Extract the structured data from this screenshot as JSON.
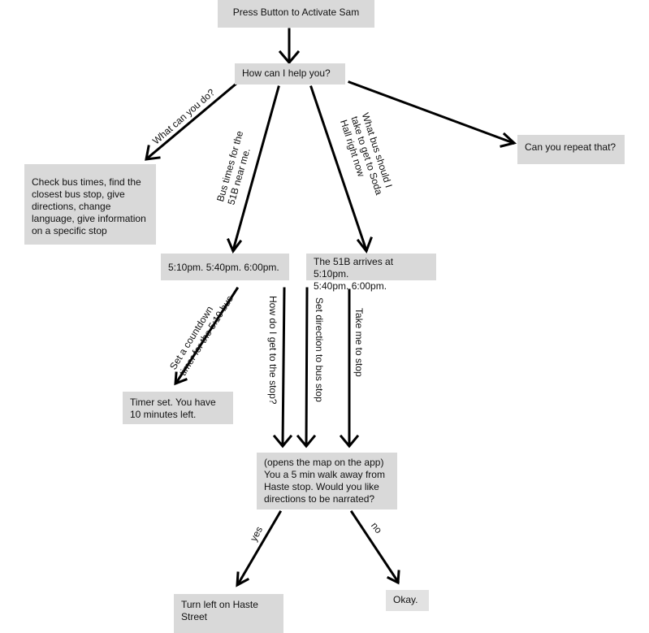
{
  "nodes": {
    "start": "Press Button to Activate Sam",
    "help": "How can I help you?",
    "capabilities": "Check bus times, find the\nclosest bus stop, give\ndirections, change\nlanguage, give information\non a specific stop",
    "times": "5:10pm. 5:40pm. 6:00pm.",
    "arrival": "The 51B arrives at 5:10pm.\n5:40pm. 6:00pm.",
    "repeat": "Can you repeat that?",
    "timer": "Timer set. You have\n10 minutes left.",
    "map": "(opens the map on the app)\nYou a 5 min walk away from\nHaste stop.  Would you like\ndirections to be narrated?",
    "turn": "Turn left on Haste\nStreet",
    "okay": "Okay."
  },
  "edges": {
    "what_can_you_do": "What can you do?",
    "bus_times": "Bus times for the\n51B near me.",
    "soda_hall": "What bus should I\ntake to get to Soda\nHall right now",
    "countdown": "Set a countdown\ntimer for the 5:10 bus",
    "get_to_stop": "How do I get to the stop?",
    "set_direction": "Set direction to bus stop",
    "take_me": "Take me to stop",
    "yes": "yes",
    "no": "no"
  }
}
